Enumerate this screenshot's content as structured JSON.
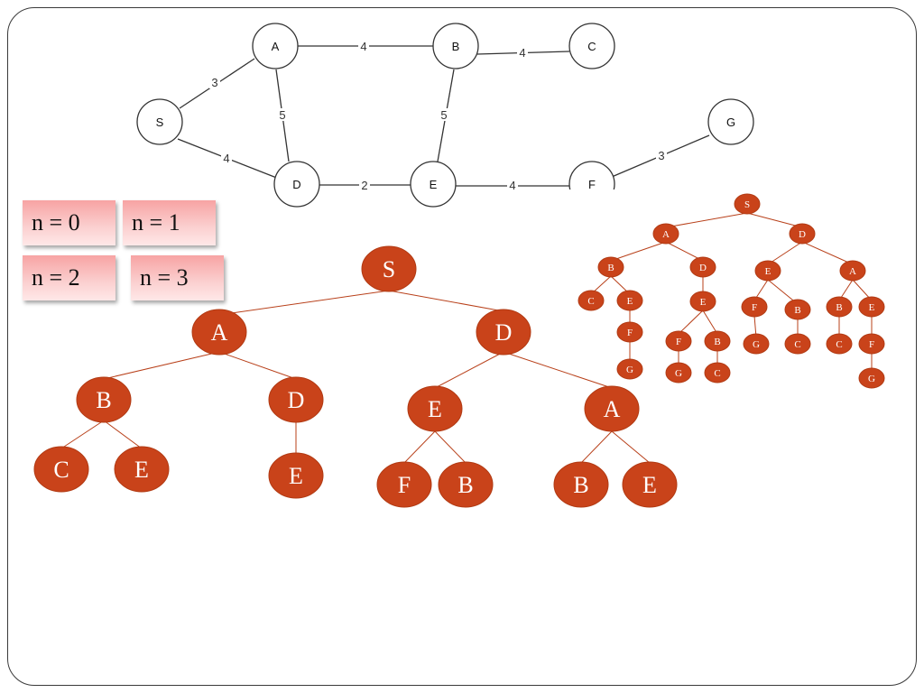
{
  "graph": {
    "nodes": [
      "S",
      "A",
      "B",
      "C",
      "D",
      "E",
      "F",
      "G"
    ],
    "edges": [
      {
        "from": "S",
        "to": "A",
        "weight": "3"
      },
      {
        "from": "S",
        "to": "D",
        "weight": "4"
      },
      {
        "from": "A",
        "to": "B",
        "weight": "4"
      },
      {
        "from": "A",
        "to": "D",
        "weight": "5"
      },
      {
        "from": "B",
        "to": "C",
        "weight": "4"
      },
      {
        "from": "B",
        "to": "E",
        "weight": "5"
      },
      {
        "from": "D",
        "to": "E",
        "weight": "2"
      },
      {
        "from": "E",
        "to": "F",
        "weight": "4"
      },
      {
        "from": "F",
        "to": "G",
        "weight": "3"
      }
    ]
  },
  "depth_buttons": [
    {
      "label": "n = 0"
    },
    {
      "label": "n = 1"
    },
    {
      "label": "n = 2"
    },
    {
      "label": "n = 3"
    }
  ],
  "search_tree_depth3": {
    "root": "S",
    "level1": [
      "A",
      "D"
    ],
    "level2": [
      "B",
      "D",
      "E",
      "A"
    ],
    "level3": [
      "C",
      "E",
      "E",
      "F",
      "B",
      "B",
      "E"
    ]
  },
  "search_tree_full": {
    "root": "S",
    "level1": [
      "A",
      "D"
    ],
    "level2": [
      "B",
      "D",
      "E",
      "A"
    ],
    "level3": [
      "C",
      "E",
      "E",
      "F",
      "B",
      "B",
      "E"
    ],
    "level4": [
      "F",
      "F",
      "B",
      "G",
      "C",
      "C",
      "F"
    ],
    "level5": [
      "G",
      "G",
      "C",
      "G"
    ]
  },
  "colors": {
    "tree_node": "#c9431a",
    "tree_edge": "#b8401a",
    "graph_stroke": "#333333",
    "button_top": "#f7a3a3"
  }
}
